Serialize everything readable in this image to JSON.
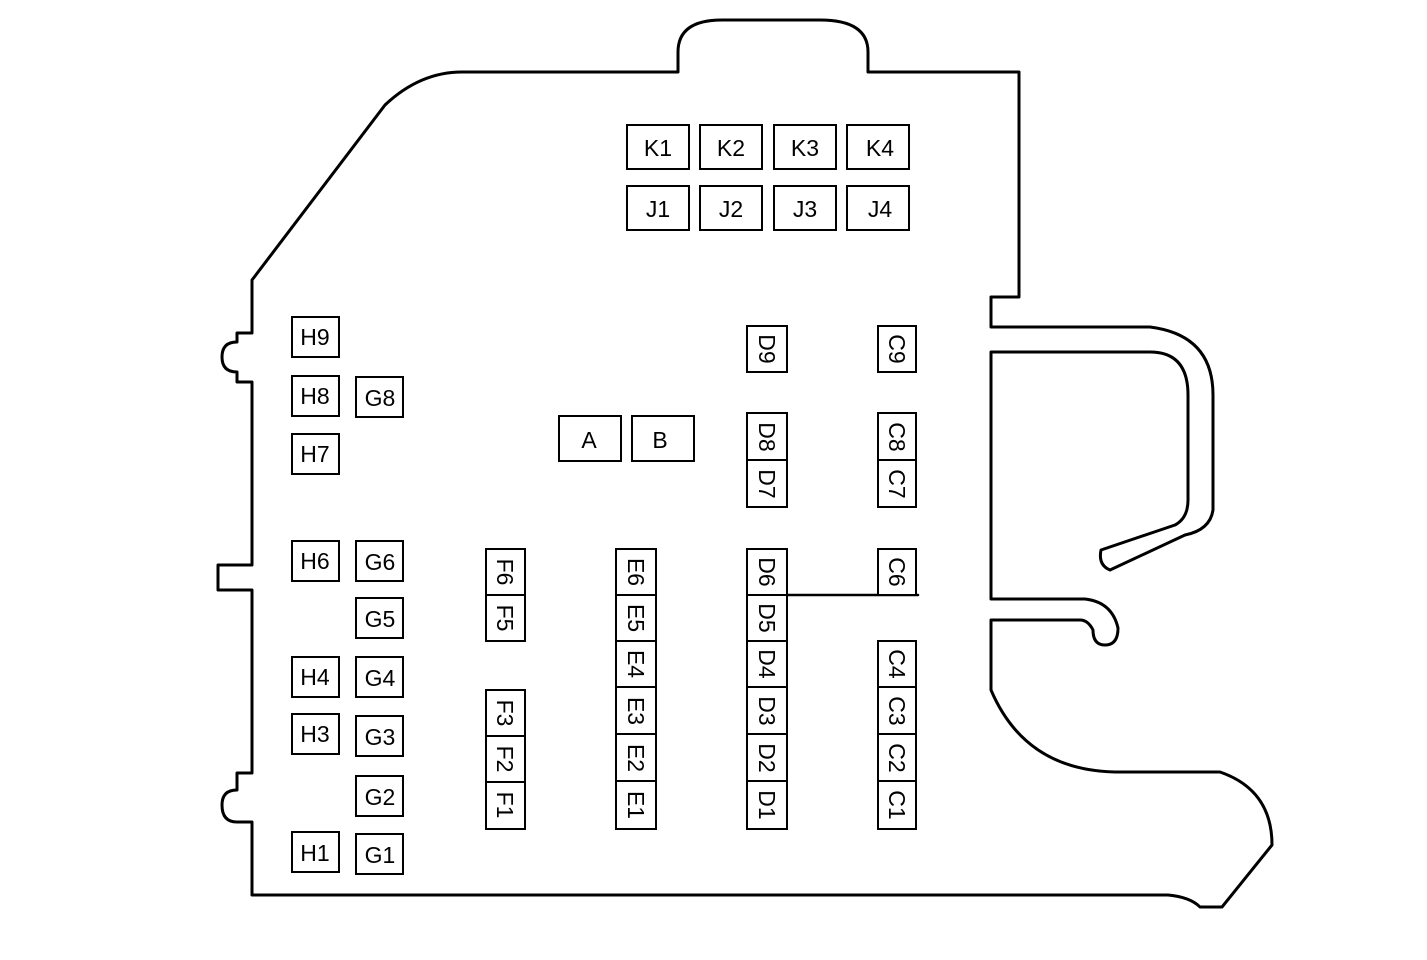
{
  "colors": {
    "line": "#000000",
    "background": "#ffffff"
  },
  "slots": {
    "K1": "K1",
    "K2": "K2",
    "K3": "K3",
    "K4": "K4",
    "J1": "J1",
    "J2": "J2",
    "J3": "J3",
    "J4": "J4",
    "H9": "H9",
    "H8": "H8",
    "H7": "H7",
    "H6": "H6",
    "H4": "H4",
    "H3": "H3",
    "H1": "H1",
    "G8": "G8",
    "G6": "G6",
    "G5": "G5",
    "G4": "G4",
    "G3": "G3",
    "G2": "G2",
    "G1": "G1",
    "A": "A",
    "B": "B",
    "F6": "F6",
    "F5": "F5",
    "F3": "F3",
    "F2": "F2",
    "F1": "F1",
    "E6": "E6",
    "E5": "E5",
    "E4": "E4",
    "E3": "E3",
    "E2": "E2",
    "E1": "E1",
    "D9": "D9",
    "D8": "D8",
    "D7": "D7",
    "D6": "D6",
    "D5": "D5",
    "D4": "D4",
    "D3": "D3",
    "D2": "D2",
    "D1": "D1",
    "C9": "C9",
    "C8": "C8",
    "C7": "C7",
    "C6": "C6",
    "C4": "C4",
    "C3": "C3",
    "C2": "C2",
    "C1": "C1"
  }
}
